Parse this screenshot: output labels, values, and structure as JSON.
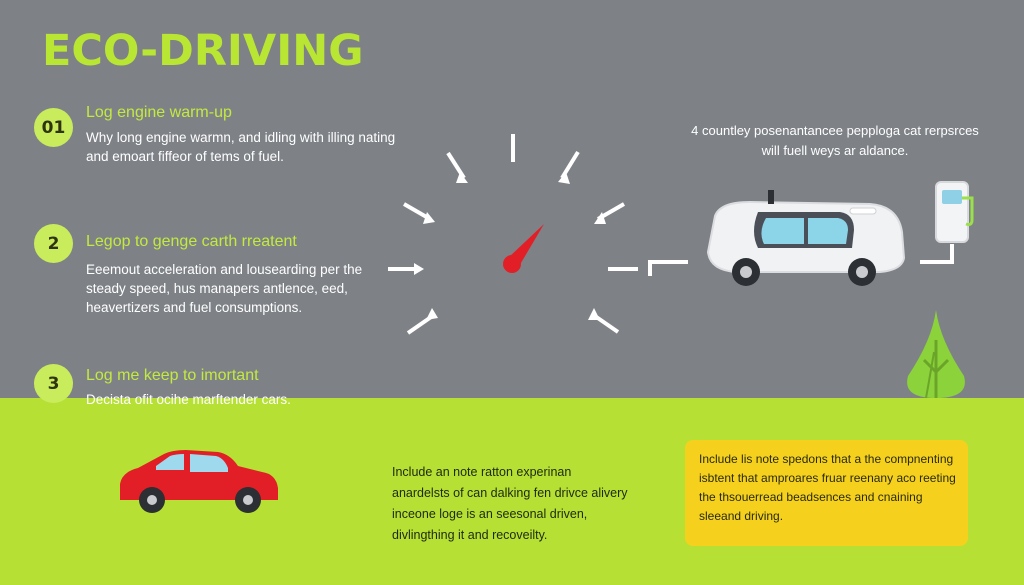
{
  "title": "ECO-DRIVING",
  "steps": [
    {
      "number": "01",
      "title": "Log engine warm-up",
      "body": "Why long engine warmn, and idling with illing nating and emoart fiffeor of tems of fuel."
    },
    {
      "number": "2",
      "title": "Legop to genge carth rreatent",
      "body": "Eeemout acceleration and lousearding per the steady speed, hus manapers antlence, eed, heavertizers and fuel consumptions."
    },
    {
      "number": "3",
      "title": "Log me keep to imortant",
      "body": "Decista ofit ocihe marftender cars."
    }
  ],
  "right_note": "4 countley posenantancee pepploga cat rerpsrces will fuell weys ar aldance.",
  "bottom_note": "Include an note ratton experinan anardelsts of can dalking fen drivce alivery inceone loge is an seesonal driven, divlingthing it and recoveilty.",
  "yellow_note": "Include lis note spedons that a the compnenting isbtent that amproares fruar reenany aco reeting the thsouerread beadsences and cnaining sleeand driving.",
  "colors": {
    "background": "#7e8287",
    "accent_green": "#b6e034",
    "title_green": "#b9e633",
    "yellow": "#f5d11e",
    "car_red": "#e21f26",
    "needle_red": "#e21f26"
  },
  "icons": {
    "gauge": "speedometer-icon",
    "fuel": "fuel-pump-icon",
    "tree": "tree-icon",
    "white_car": "car-icon",
    "red_car": "car-icon"
  }
}
